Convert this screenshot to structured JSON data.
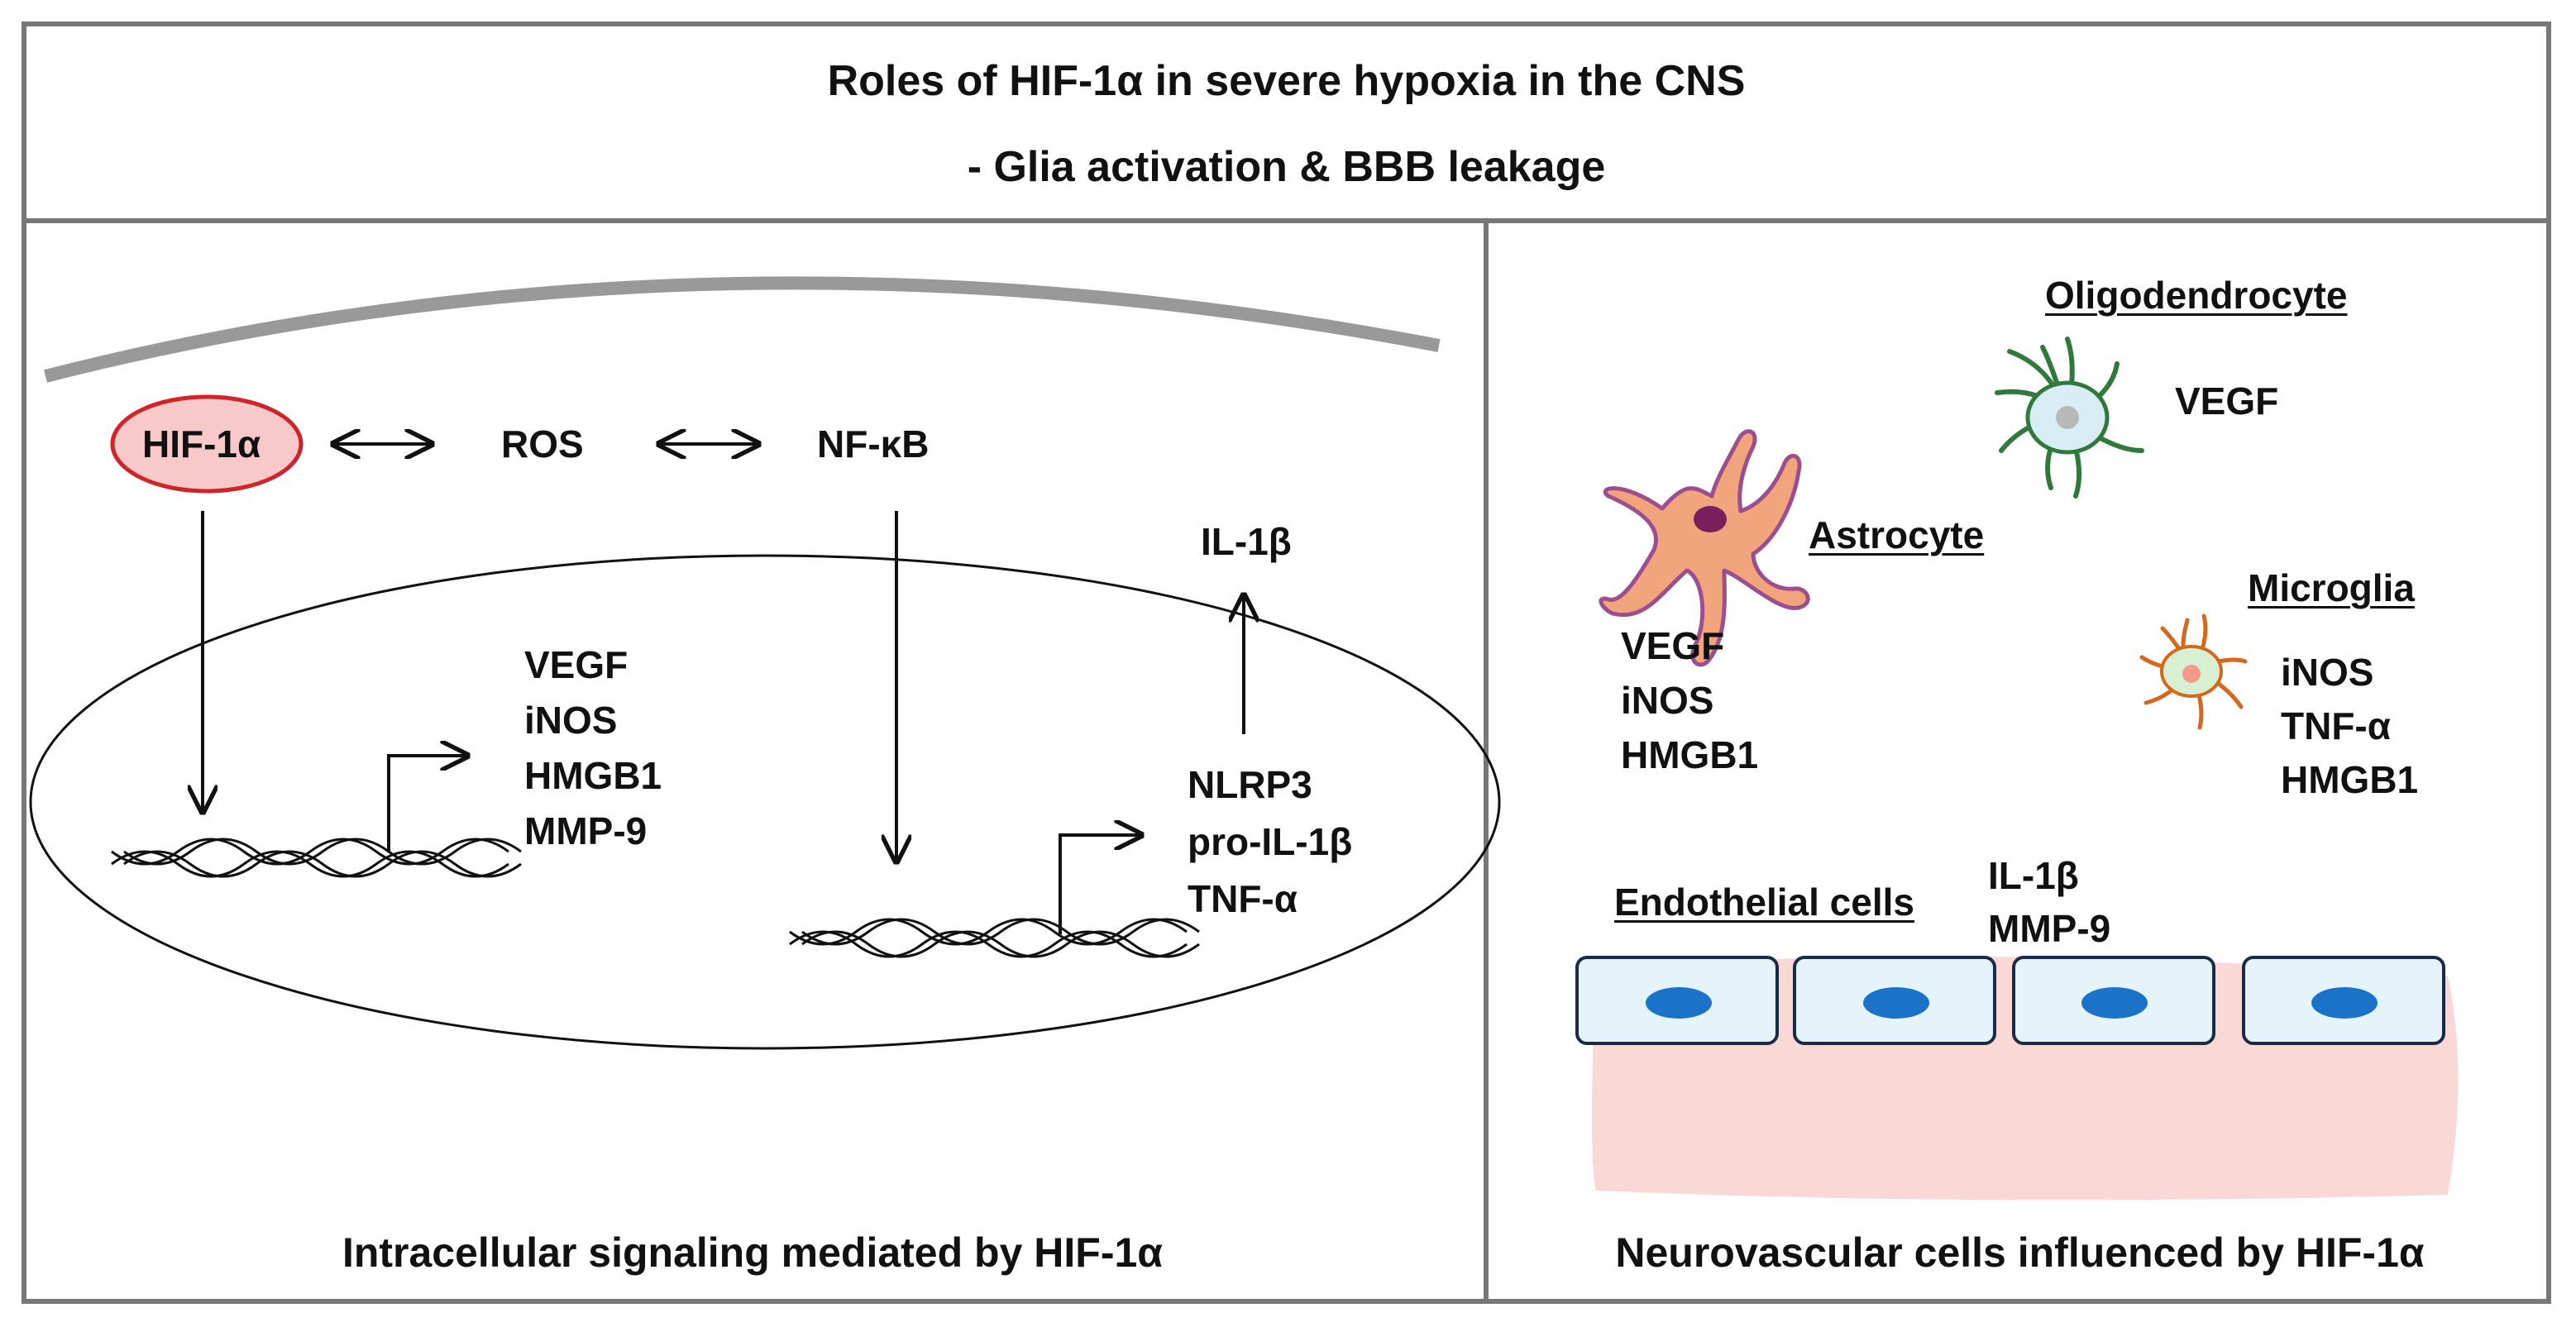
{
  "title": {
    "line1": "Roles of HIF-1α in severe hypoxia in the CNS",
    "line2": "- Glia activation & BBB leakage"
  },
  "left": {
    "hif": "HIF-1α",
    "ros": "ROS",
    "nfkb": "NF-κB",
    "il1b": "IL-1β",
    "genes1": [
      "VEGF",
      "iNOS",
      "HMGB1",
      "MMP-9"
    ],
    "genes2": [
      "NLRP3",
      "pro-IL-1β",
      "TNF-α"
    ],
    "caption": "Intracellular signaling mediated by HIF-1α"
  },
  "right": {
    "oligodendrocyte": {
      "name": "Oligodendrocyte",
      "factors": [
        "VEGF"
      ]
    },
    "astrocyte": {
      "name": "Astrocyte",
      "factors": [
        "VEGF",
        "iNOS",
        "HMGB1"
      ]
    },
    "microglia": {
      "name": "Microglia",
      "factors": [
        "iNOS",
        "TNF-α",
        "HMGB1"
      ]
    },
    "endothelial": {
      "name": "Endothelial cells",
      "factors": [
        "IL-1β",
        "MMP-9"
      ]
    },
    "caption": "Neurovascular cells influenced by HIF-1α"
  },
  "colors": {
    "hif_fill": "#f7c9c9",
    "hif_stroke": "#d0232a",
    "astrocyte": "#f2a57c",
    "oligodendrocyte": "#d8edf4",
    "microglia": "#d8f0d2",
    "endothelial": "#e4f4fa",
    "nucleus": "#1a73c8",
    "vessel": "#fad8d6"
  }
}
